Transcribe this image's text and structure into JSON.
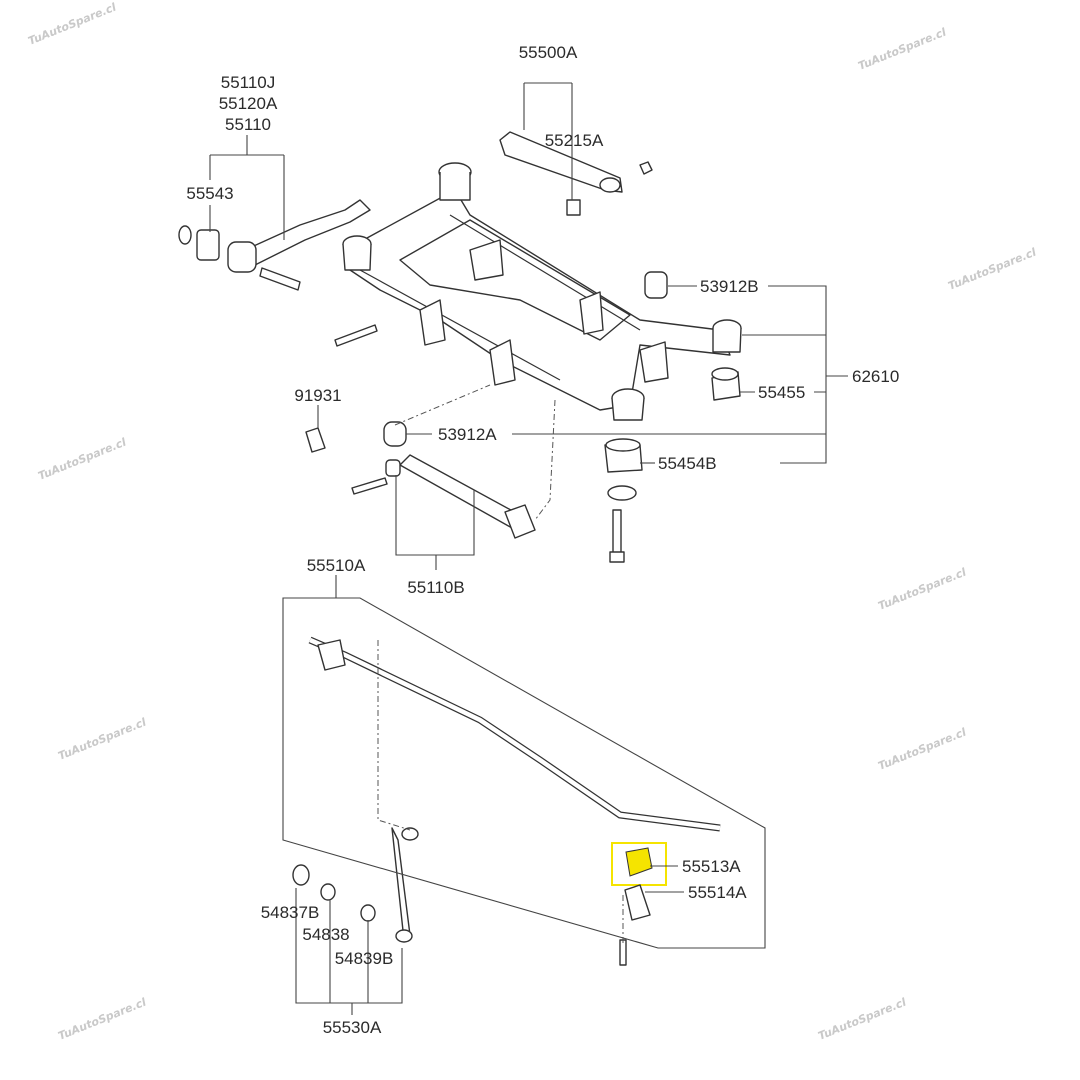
{
  "watermark": "TuAutoSpare.cl",
  "highlight_color": "#f5e400",
  "labels": {
    "p55500A": "55500A",
    "p55215A": "55215A",
    "p55110J": "55110J",
    "p55120A": "55120A",
    "p55110": "55110",
    "p55543": "55543",
    "p53912B": "53912B",
    "p62610": "62610",
    "p55455": "55455",
    "p91931": "91931",
    "p53912A": "53912A",
    "p55454B": "55454B",
    "p55110B": "55110B",
    "p55510A": "55510A",
    "p55513A": "55513A",
    "p55514A": "55514A",
    "p54837B": "54837B",
    "p54838": "54838",
    "p54839B": "54839B",
    "p55530A": "55530A"
  }
}
